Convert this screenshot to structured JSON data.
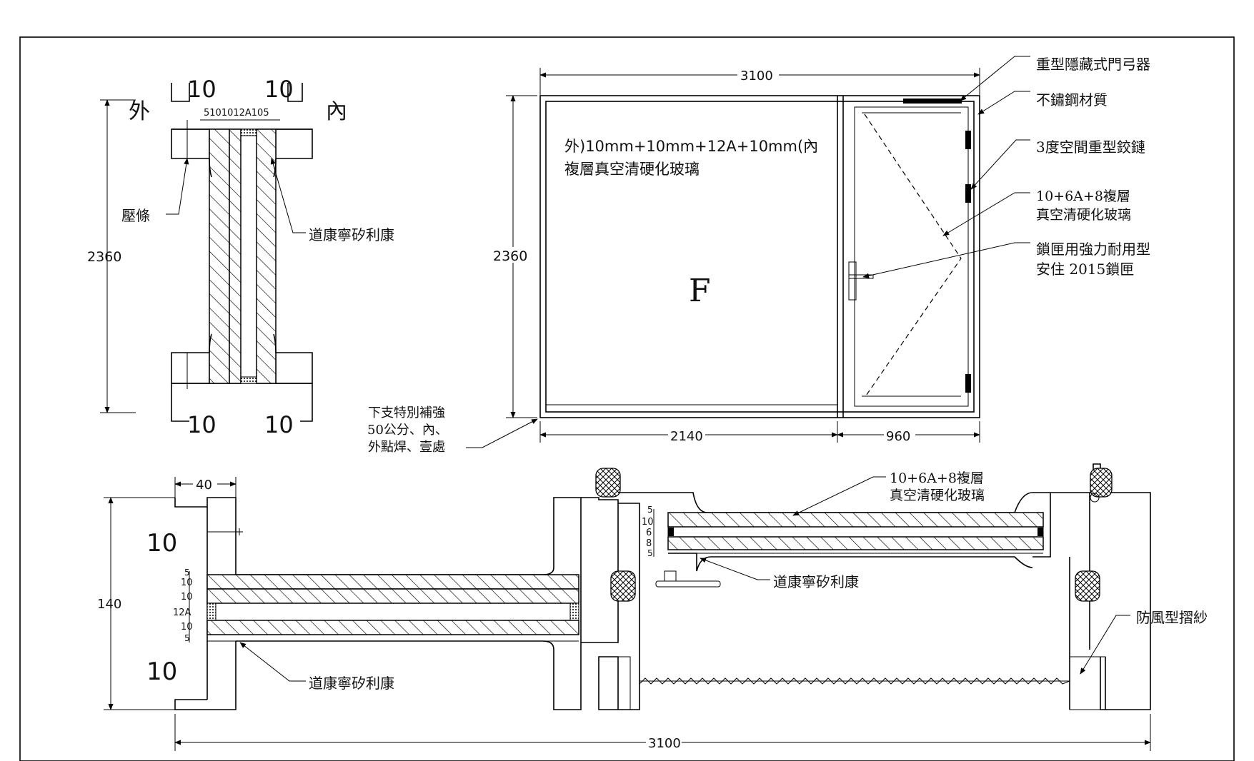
{
  "section_vertical": {
    "outside_label": "外",
    "inside_label": "內",
    "top_dims": [
      "10",
      "10"
    ],
    "bottom_dims": [
      "10",
      "10"
    ],
    "layer_dims": "5101012A105",
    "height_dim": "2360",
    "bead_label": "壓條",
    "sealant_label": "道康寧矽利康"
  },
  "elevation": {
    "width_dim": "3100",
    "height_dim": "2360",
    "fixed_width_dim": "2140",
    "door_width_dim": "960",
    "fixed_mark": "F",
    "glass_spec_line1": "外)10mm+10mm+12A+10mm(內",
    "glass_spec_line2": "複層真空清硬化玻璃",
    "bottom_note": [
      "下支特別補強",
      "50公分、內、",
      "外點焊、壹處"
    ]
  },
  "callouts": [
    {
      "text": "重型隱藏式門弓器"
    },
    {
      "text": "不鏽鋼材質"
    },
    {
      "text": "3度空間重型鉸鏈"
    },
    {
      "lines": [
        "10+6A+8複層",
        "真空清硬化玻璃"
      ]
    },
    {
      "lines": [
        "鎖匣用強力耐用型",
        "安住 2015鎖匣"
      ]
    }
  ],
  "plan": {
    "frame_dim": "40",
    "depth_dim": "140",
    "left_dims": [
      "10",
      "10"
    ],
    "layer_dims": [
      "5",
      "10",
      "10",
      "12A",
      "10",
      "5"
    ],
    "sealant_label_left": "道康寧矽利康",
    "door_layer_dims": [
      "5",
      "10",
      "6",
      "8",
      "5"
    ],
    "door_glass_label": [
      "10+6A+8複層",
      "真空清硬化玻璃"
    ],
    "sealant_label_right": "道康寧矽利康",
    "screen_label": "防風型摺紗",
    "total_dim": "3100"
  }
}
